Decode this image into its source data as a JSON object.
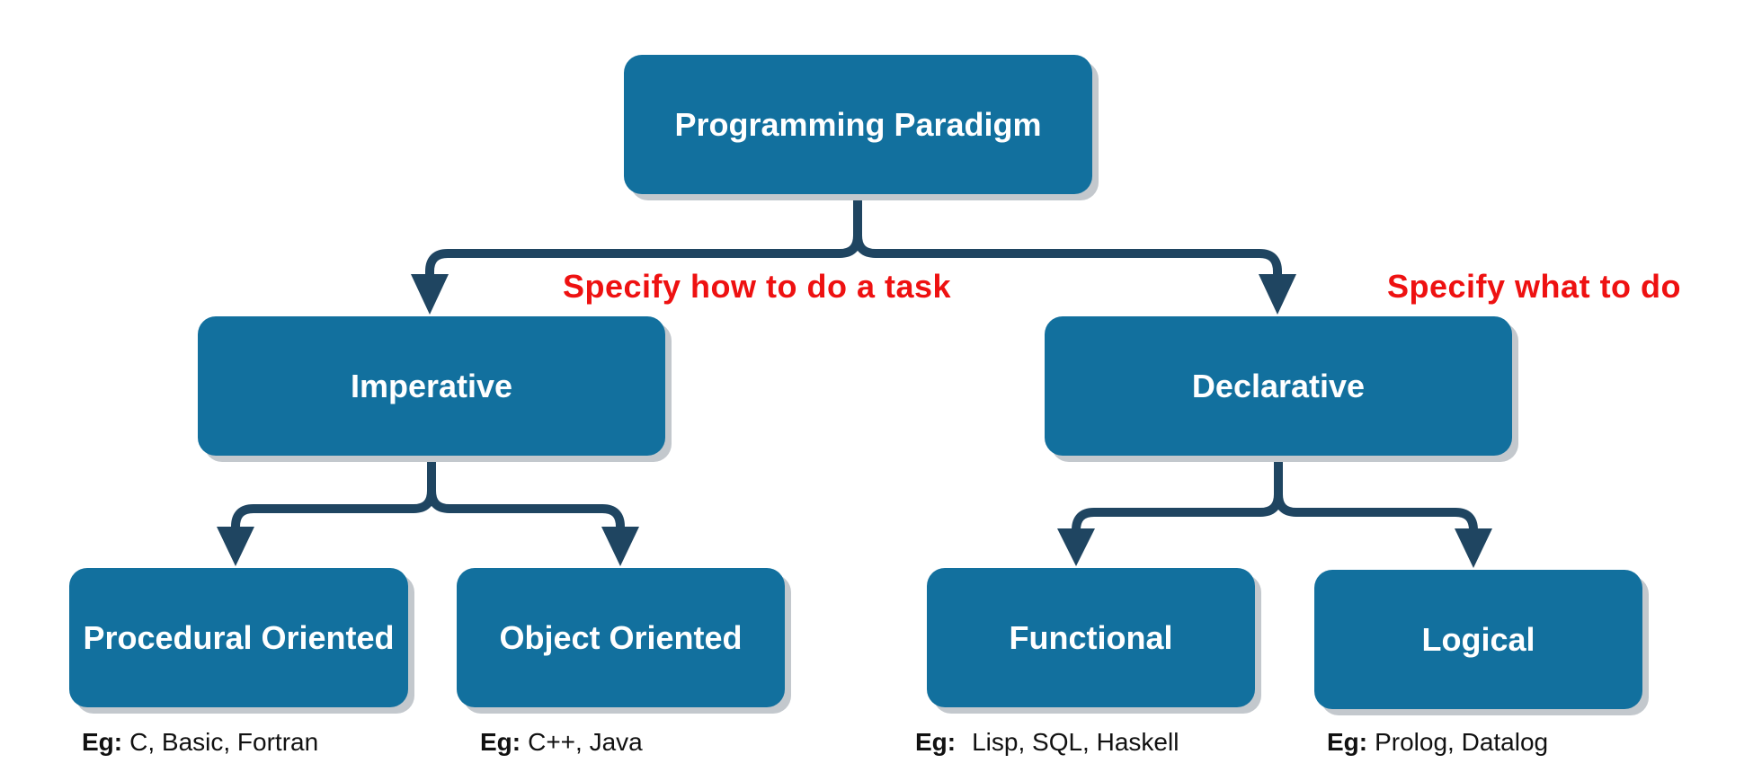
{
  "diagram": {
    "root": {
      "label": "Programming Paradigm"
    },
    "branches": [
      {
        "label": "Imperative",
        "annotation": "Specify how to do a task",
        "children": [
          {
            "label": "Procedural Oriented",
            "example_prefix": "Eg:",
            "example": "C, Basic, Fortran"
          },
          {
            "label": "Object Oriented",
            "example_prefix": "Eg:",
            "example": "C++, Java"
          }
        ]
      },
      {
        "label": "Declarative",
        "annotation": "Specify what to do",
        "children": [
          {
            "label": "Functional",
            "example_prefix": "Eg:",
            "example": "Lisp, SQL, Haskell"
          },
          {
            "label": "Logical",
            "example_prefix": "Eg:",
            "example": "Prolog, Datalog"
          }
        ]
      }
    ]
  },
  "colors": {
    "node_fill": "#12709e",
    "node_text": "#ffffff",
    "node_shadow": "#c3c8cd",
    "connector": "#1f4561",
    "annotation": "#ee1111"
  }
}
